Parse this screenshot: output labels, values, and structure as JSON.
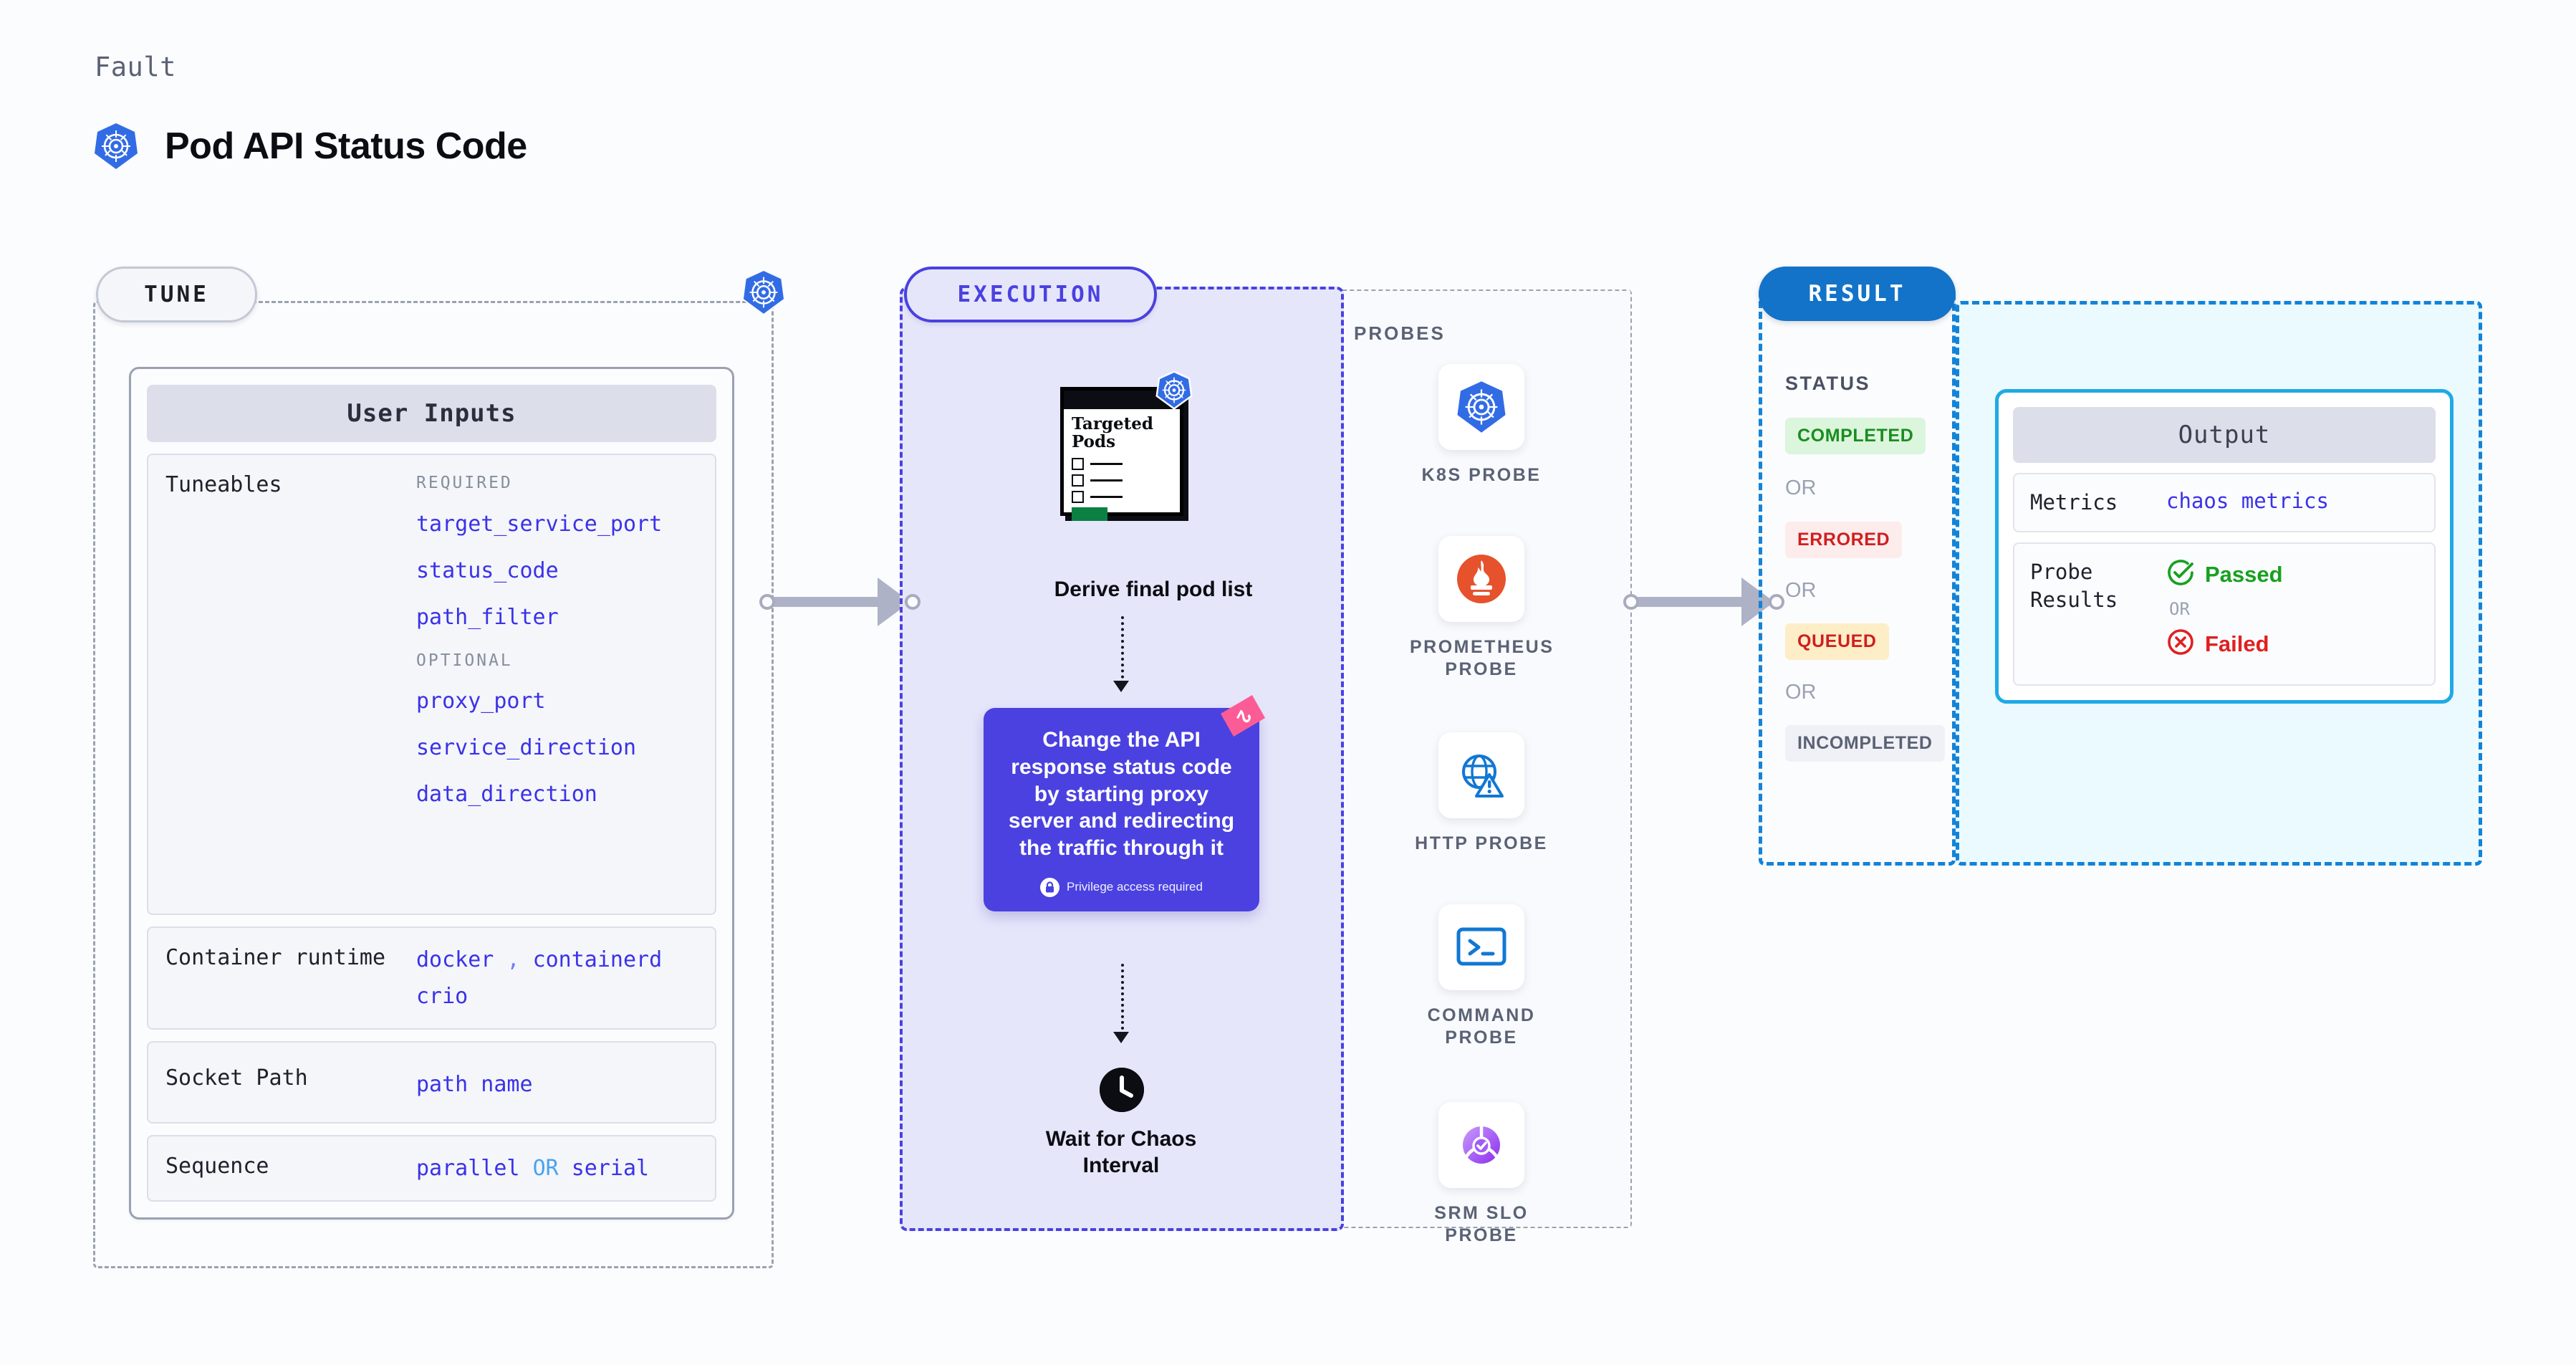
{
  "header": {
    "eyebrow": "Fault",
    "title": "Pod API Status Code",
    "icon": "kubernetes-icon"
  },
  "tune": {
    "pill_label": "TUNE",
    "badge_icon": "kubernetes-icon",
    "card": {
      "title": "User Inputs",
      "rows": [
        {
          "label": "Tuneables",
          "groups": [
            {
              "heading": "REQUIRED",
              "items": [
                "target_service_port",
                "status_code",
                "path_filter"
              ]
            },
            {
              "heading": "OPTIONAL",
              "items": [
                "proxy_port",
                "service_direction",
                "data_direction"
              ]
            }
          ]
        },
        {
          "label": "Container runtime",
          "values_line1": "docker",
          "sep": ",",
          "values_line1b": "containerd",
          "values_line2": "crio"
        },
        {
          "label": "Socket Path",
          "value": "path name"
        },
        {
          "label": "Sequence",
          "value_a": "parallel",
          "value_or": "OR",
          "value_b": "serial"
        }
      ]
    }
  },
  "connectors": [
    {
      "name": "tune-to-execution"
    },
    {
      "name": "execution-to-result"
    }
  ],
  "execution": {
    "pill_label": "EXECUTION",
    "pods_card": {
      "caption": "Targeted Pods",
      "badge_icon": "kubernetes-icon"
    },
    "derive_label": "Derive final pod list",
    "action": {
      "text": "Change the API response status code by starting proxy server and redirecting the traffic through it",
      "privilege_note": "Privilege access required",
      "privilege_icon": "lock-icon",
      "ribbon_number": "2"
    },
    "wait": {
      "icon": "clock-icon",
      "label": "Wait for Chaos Interval"
    }
  },
  "probes": {
    "title": "PROBES",
    "items": [
      {
        "label": "K8S PROBE",
        "icon": "kubernetes-icon"
      },
      {
        "label": "PROMETHEUS PROBE",
        "icon": "prometheus-icon"
      },
      {
        "label": "HTTP PROBE",
        "icon": "globe-warning-icon"
      },
      {
        "label": "COMMAND PROBE",
        "icon": "terminal-icon"
      },
      {
        "label": "SRM SLO PROBE",
        "icon": "srm-slo-icon"
      }
    ]
  },
  "result": {
    "pill_label": "RESULT",
    "status_title": "STATUS",
    "statuses": [
      {
        "label": "COMPLETED",
        "bg": "#dcf5dd",
        "color": "#198d1f"
      },
      {
        "label": "ERRORED",
        "bg": "#fdecec",
        "color": "#cf1f1f"
      },
      {
        "label": "QUEUED",
        "bg": "#fdeec7",
        "color": "#cf1f1f"
      },
      {
        "label": "INCOMPLETED",
        "bg": "#f0f1f6",
        "color": "#5b6275"
      }
    ],
    "or_label": "OR",
    "output": {
      "title": "Output",
      "metrics_label": "Metrics",
      "metrics_value": "chaos metrics",
      "probe_results_label": "Probe Results",
      "passed_label": "Passed",
      "failed_label": "Failed",
      "or_label": "OR",
      "passed_icon": "check-circle-icon",
      "failed_icon": "x-circle-icon"
    }
  },
  "colors": {
    "indigo": "#4a41e0",
    "blue": "#1273c9",
    "cyan": "#1eaae4",
    "green": "#17a01f",
    "red": "#e02020",
    "pink": "#fb5c96"
  }
}
